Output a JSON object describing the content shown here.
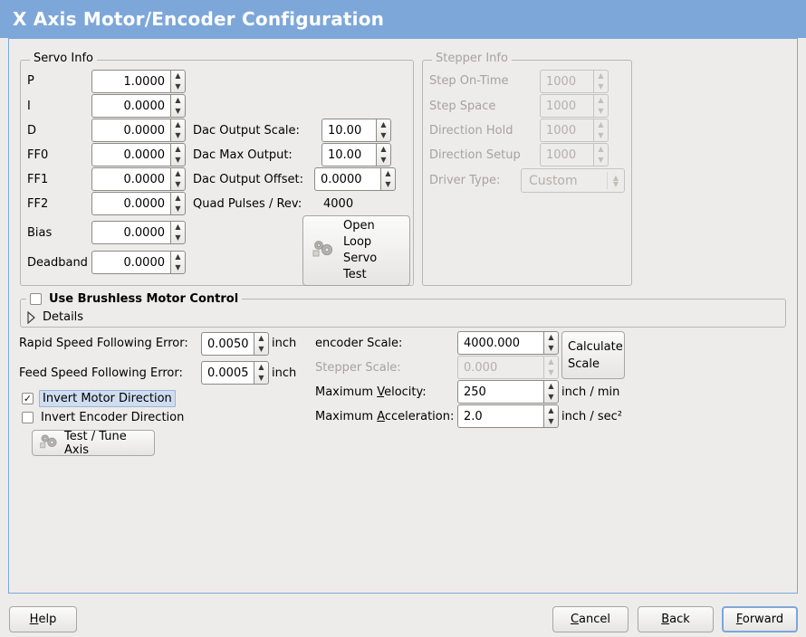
{
  "window": {
    "title": "X Axis Motor/Encoder Configuration",
    "title_bg": "#7da7d9",
    "bg": "#edecea",
    "frame_border": "#7da7d9"
  },
  "servo_group": {
    "legend": "Servo Info",
    "rows": [
      {
        "label": "P",
        "value": "1.0000"
      },
      {
        "label": "I",
        "value": "0.0000"
      },
      {
        "label": "D",
        "value": "0.0000"
      },
      {
        "label": "FF0",
        "value": "0.0000"
      },
      {
        "label": "FF1",
        "value": "0.0000"
      },
      {
        "label": "FF2",
        "value": "0.0000"
      },
      {
        "label": "Bias",
        "value": "0.0000"
      },
      {
        "label": "Deadband",
        "value": "0.0000"
      }
    ],
    "dac": [
      {
        "label": "Dac Output Scale:",
        "value": "10.00"
      },
      {
        "label": "Dac Max Output:",
        "value": "10.00"
      },
      {
        "label": "Dac Output Offset:",
        "value": "0.0000"
      }
    ],
    "quad_label": "Quad Pulses / Rev:",
    "quad_value": "4000",
    "open_loop_button": "Open\nLoop\nServo\nTest",
    "open_loop_icon": "gears-icon"
  },
  "stepper_group": {
    "legend": "Stepper Info",
    "disabled": true,
    "rows": [
      {
        "label": "Step On-Time",
        "value": "1000"
      },
      {
        "label": "Step Space",
        "value": "1000"
      },
      {
        "label": "Direction Hold",
        "value": "1000"
      },
      {
        "label": "Direction Setup",
        "value": "1000"
      }
    ],
    "driver_type_label": "Driver Type:",
    "driver_type_value": "Custom"
  },
  "brushless": {
    "checkbox_label": "Use Brushless Motor Control",
    "checked": false,
    "details_label": "Details",
    "details_expanded": false
  },
  "errors": {
    "rapid_label": "Rapid Speed Following Error:",
    "rapid_value": "0.0050",
    "rapid_unit": "inch",
    "feed_label": "Feed Speed Following Error:",
    "feed_value": "0.0005",
    "feed_unit": "inch"
  },
  "inverts": {
    "motor_label": "Invert Motor Direction",
    "motor_checked": true,
    "motor_focused": true,
    "encoder_label": "Invert Encoder Direction",
    "encoder_checked": false
  },
  "test_tune_button": {
    "label": "Test / Tune Axis",
    "icon": "gears-icon"
  },
  "scales": {
    "encoder_label": "encoder Scale:",
    "encoder_value": "4000.000",
    "stepper_label": "Stepper Scale:",
    "stepper_value": "0.000",
    "stepper_disabled": true,
    "calculate_button": "Calculate\nScale",
    "max_velocity_label": "Maximum Velocity:",
    "max_velocity_mnemonic": "V",
    "max_velocity_value": "250",
    "max_velocity_unit": "inch / min",
    "max_accel_label": "Maximum Acceleration:",
    "max_accel_mnemonic": "A",
    "max_accel_value": "2.0",
    "max_accel_unit": "inch / sec²"
  },
  "footer": {
    "help": "Help",
    "help_mnemonic": "H",
    "cancel": "Cancel",
    "cancel_mnemonic": "C",
    "back": "Back",
    "back_mnemonic": "B",
    "forward": "Forward",
    "forward_mnemonic": "F",
    "forward_focused": true
  }
}
